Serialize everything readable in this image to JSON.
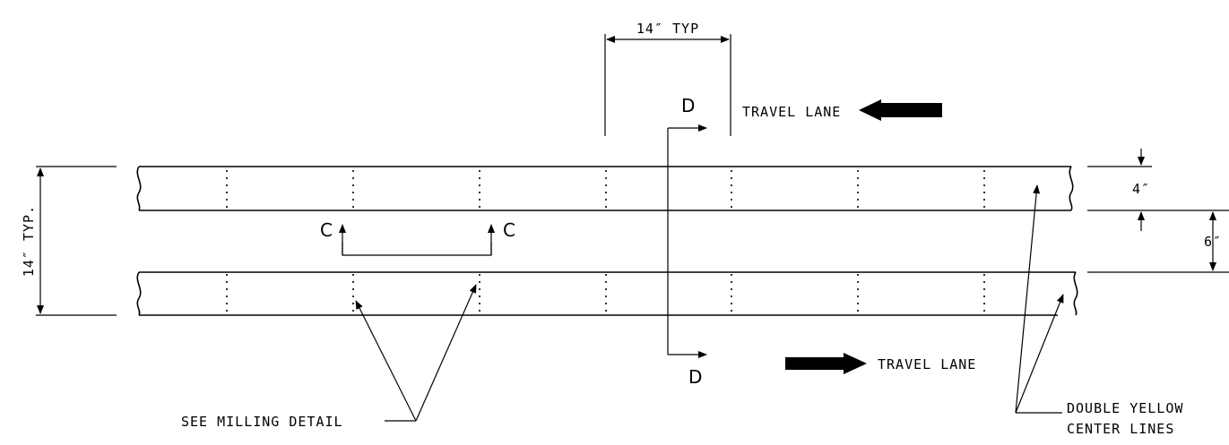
{
  "dimensions": {
    "top_width": "14″ TYP",
    "left_height": "14″ TYP.",
    "stripe_width": "4″",
    "stripe_gap": "6″"
  },
  "sections": {
    "c_left": "C",
    "c_right": "C",
    "d_top": "D",
    "d_bottom": "D"
  },
  "labels": {
    "travel_lane_top": "TRAVEL LANE",
    "travel_lane_bottom": "TRAVEL LANE",
    "milling_detail": "SEE MILLING DETAIL",
    "center_lines_1": "DOUBLE YELLOW",
    "center_lines_2": "CENTER LINES"
  },
  "colors": {
    "ink": "#000000",
    "background": "#ffffff"
  }
}
